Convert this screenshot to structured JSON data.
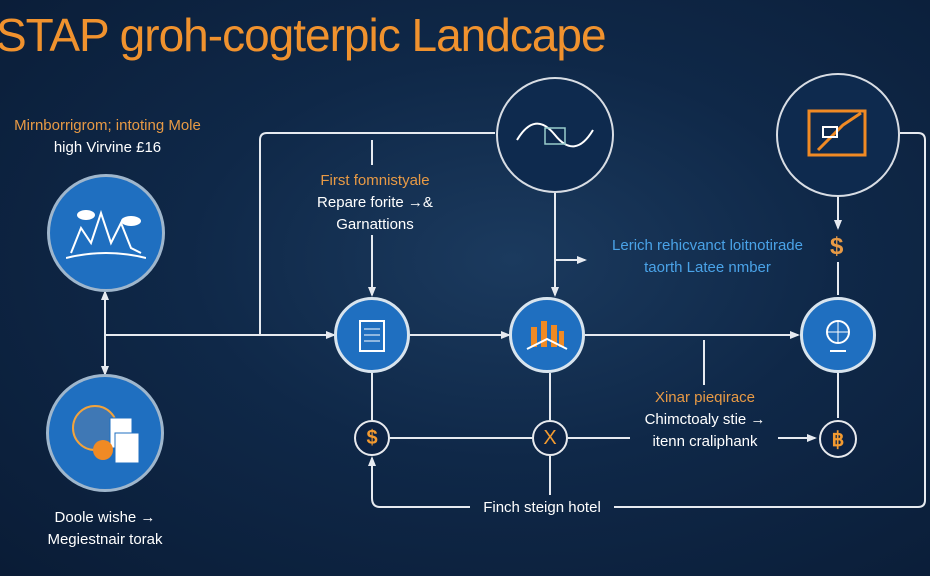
{
  "title": "STAP groh-cogterpic Landcape",
  "left_top": {
    "line1": "Mirnborrigrom; intoting Mole",
    "line2": "high Virvine £16"
  },
  "left_bottom": {
    "line1": "Doole wishe →",
    "line2": "Megiestnair torak"
  },
  "center_top": {
    "line1": "First fomnistyale",
    "line2": "Repare forite →&",
    "line3": "Garnattions"
  },
  "right_mid": {
    "line1": "Lerich rehicvanct loitnotirade",
    "line2": "taorth Latee nmber"
  },
  "right_lower": {
    "line1": "Xinar pieqirace",
    "line2": "Chimctoaly stie →",
    "line3": "itenn craliphank"
  },
  "bottom_label": "Finch steign hotel",
  "symbols": {
    "dollar_right": "$",
    "node_a": "$",
    "node_b": "X",
    "node_c": "฿"
  },
  "colors": {
    "accent": "#f0922e",
    "blue": "#1f6fc0",
    "text_blue": "#4aa3e8"
  }
}
